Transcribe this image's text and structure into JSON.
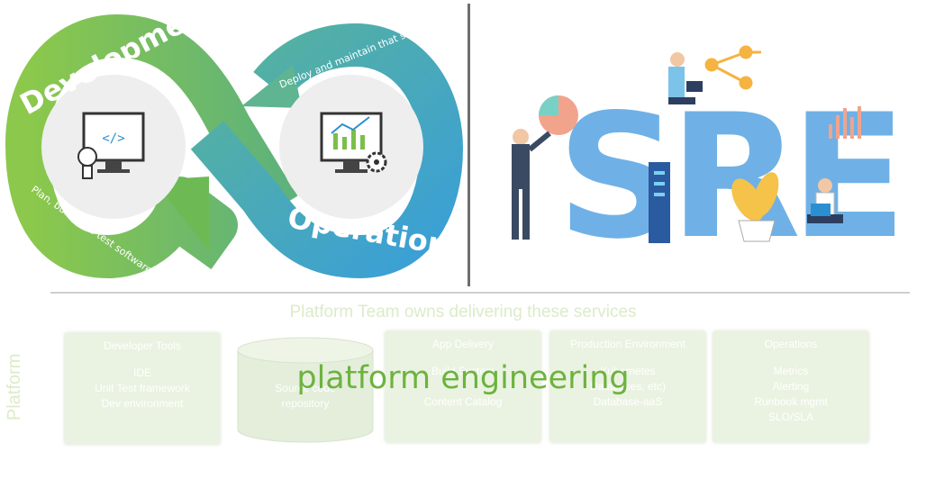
{
  "devops": {
    "development_label": "Development",
    "operations_label": "Operations",
    "dev_caption": "Plan, build, and test software.",
    "ops_caption": "Deploy and maintain that software."
  },
  "sre": {
    "title": "SRE"
  },
  "platform": {
    "title": "Platform Team owns delivering these services",
    "side_label": "Platform",
    "overlay_label": "platform engineering",
    "boxes": [
      {
        "title": "Developer Tools",
        "items": [
          "IDE",
          "Unit Test framework",
          "Dev environment"
        ]
      },
      {
        "title": "App Delivery",
        "items": [
          "Build System",
          "",
          "Content Catalog"
        ]
      },
      {
        "title": "Production Environment",
        "items": [
          "Kubernetes",
          "Databases, etc)",
          "Database-aaS"
        ]
      },
      {
        "title": "Operations",
        "items": [
          "Metrics",
          "Alerting",
          "Runbook mgmt",
          "SLO/SLA"
        ]
      }
    ],
    "repo": {
      "line1": "Source code",
      "line2": "repository"
    }
  },
  "colors": {
    "dev_green": "#7cc04b",
    "ops_blue": "#3ea4d8",
    "sre_blue": "#6fb1e6",
    "platform_green": "#6db33f"
  }
}
